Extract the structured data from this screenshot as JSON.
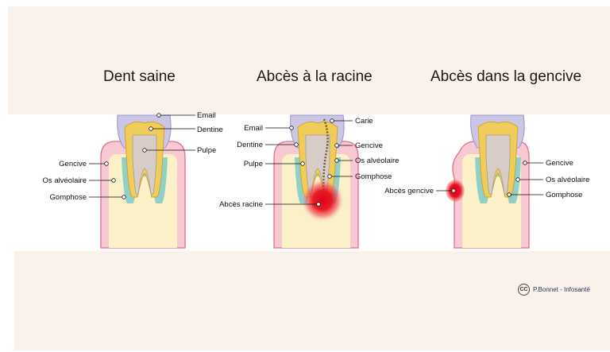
{
  "panels": [
    {
      "title": "Dent saine",
      "labels": {
        "email": "Email",
        "dentine": "Dentine",
        "pulpe": "Pulpe",
        "gencive": "Gencive",
        "os": "Os alvéolaire",
        "gomphose": "Gomphose"
      }
    },
    {
      "title": "Abcès à la racine",
      "labels": {
        "email": "Email",
        "dentine": "Dentine",
        "pulpe": "Pulpe",
        "carie": "Carie",
        "gencive": "Gencive",
        "os": "Os alvéolaire",
        "gomphose": "Gomphose",
        "abces": "Abcès racine"
      }
    },
    {
      "title": "Abcès dans la gencive",
      "labels": {
        "gencive": "Gencive",
        "os": "Os alvéolaire",
        "gomphose": "Gomphose",
        "abces": "Abcès gencive"
      }
    }
  ],
  "credit": {
    "license": "CC",
    "author": "P.Bonnet - Infosanté"
  },
  "colors": {
    "background_band": "#f9f1ea",
    "enamel": "#ccc6e6",
    "dentine": "#f0cd5a",
    "pulp": "#d8cdc6",
    "gum": "#f7c9d3",
    "gum_edge": "#e46d8f",
    "bone": "#fbf0c7",
    "ligament": "#8fd1c9",
    "abscess": "#e0001a"
  }
}
